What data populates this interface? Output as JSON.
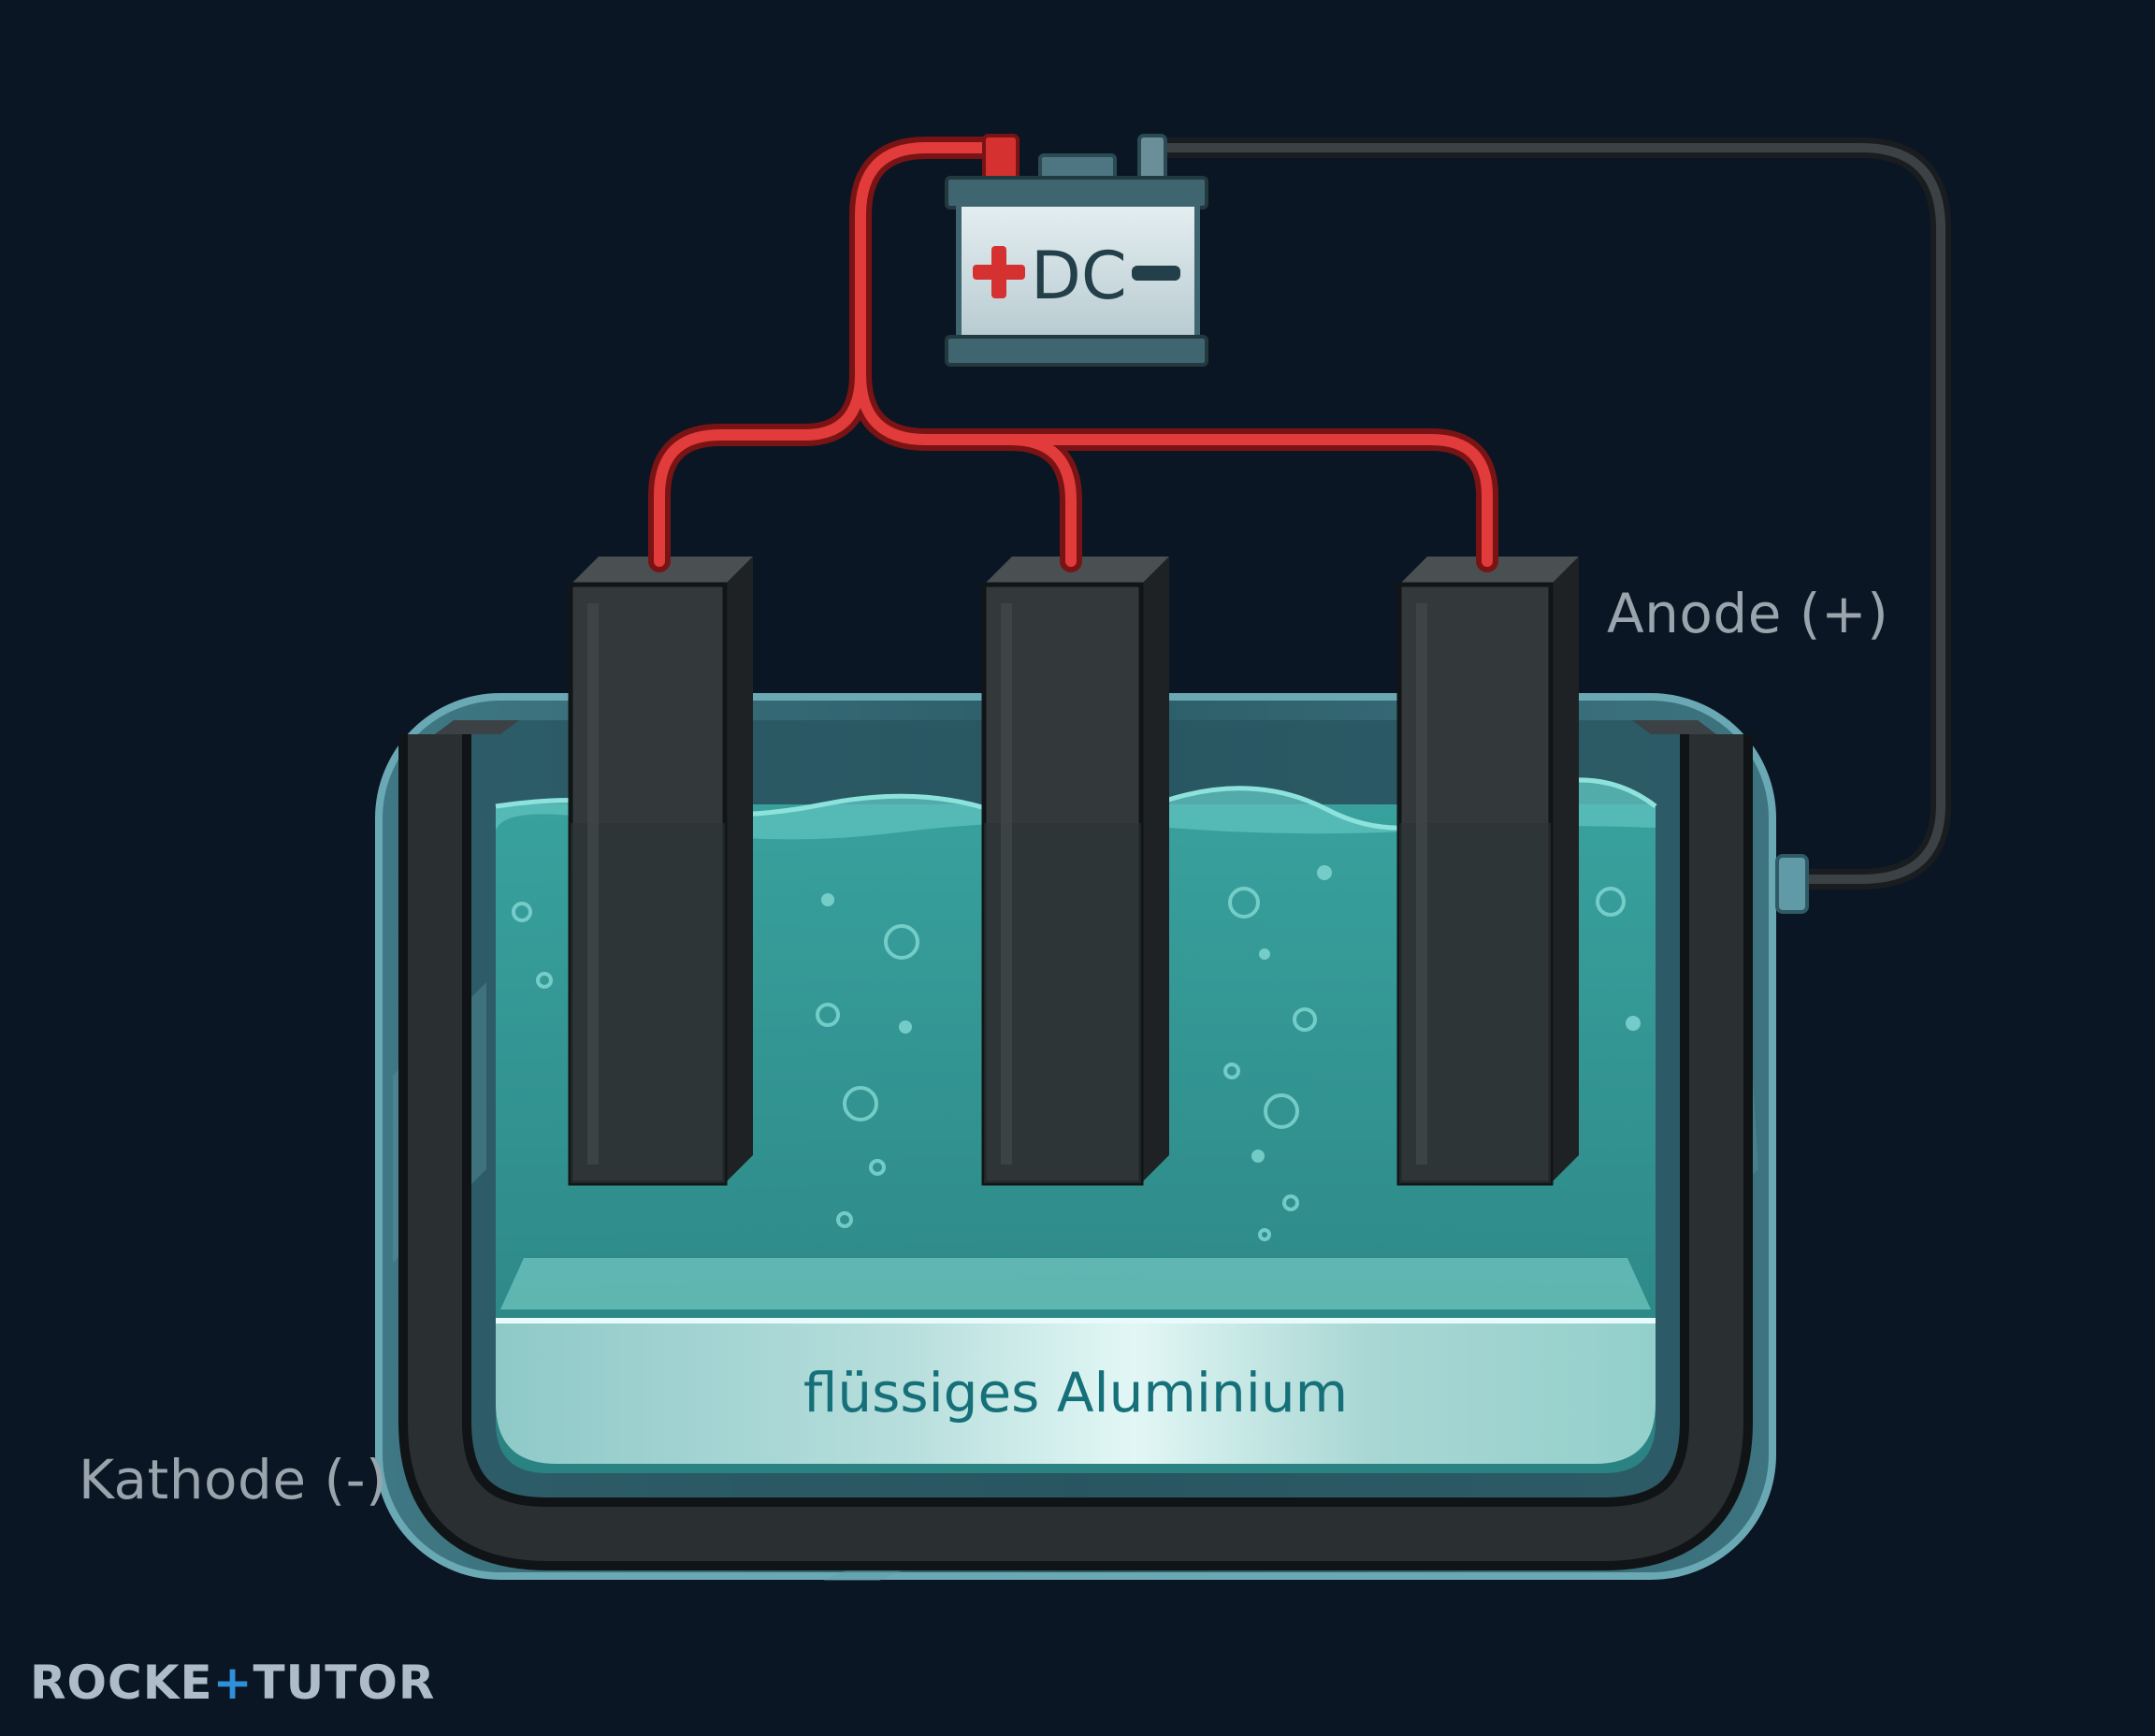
{
  "labels": {
    "anode": "Anode (+)",
    "cathode": "Kathode (-)",
    "liquid_metal": "flüssiges Aluminium",
    "power_source": "DC"
  },
  "logo": {
    "part1": "ROCKE",
    "part2": "+",
    "part3": "TUTOR"
  },
  "colors": {
    "background": "#0b1624",
    "positive_wire": "#e03a3a",
    "negative_wire": "#2a2a2a",
    "electrolyte": "#2e8f8c",
    "anode_block": "#33383a",
    "cathode_lining": "#262a2c"
  }
}
